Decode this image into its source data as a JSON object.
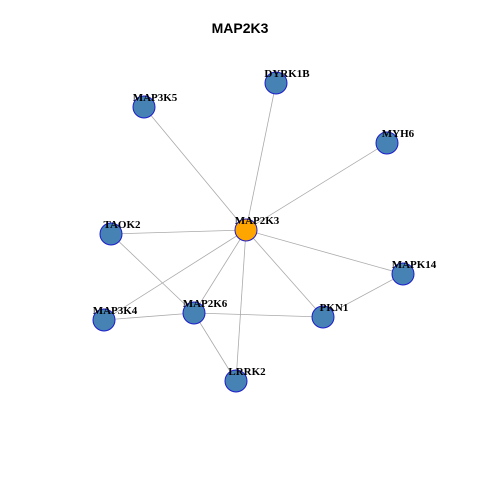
{
  "title": "MAP2K3",
  "colors": {
    "hub_fill": "#FFA500",
    "node_fill": "#4682B4",
    "node_stroke": "#1C1CCC",
    "edge": "#AAAAAA"
  },
  "nodes": [
    {
      "id": "MAP2K3",
      "label": "MAP2K3",
      "kind": "hub"
    },
    {
      "id": "DYRK1B",
      "label": "DYRK1B",
      "kind": "neighbor"
    },
    {
      "id": "MAP3K5",
      "label": "MAP3K5",
      "kind": "neighbor"
    },
    {
      "id": "MYH6",
      "label": "MYH6",
      "kind": "neighbor"
    },
    {
      "id": "TAOK2",
      "label": "TAOK2",
      "kind": "neighbor"
    },
    {
      "id": "MAPK14",
      "label": "MAPK14",
      "kind": "neighbor"
    },
    {
      "id": "MAP3K4",
      "label": "MAP3K4",
      "kind": "neighbor"
    },
    {
      "id": "MAP2K6",
      "label": "MAP2K6",
      "kind": "neighbor"
    },
    {
      "id": "PKN1",
      "label": "PKN1",
      "kind": "neighbor"
    },
    {
      "id": "LRRK2",
      "label": "LRRK2",
      "kind": "neighbor"
    }
  ],
  "edges": [
    [
      "MAP2K3",
      "DYRK1B"
    ],
    [
      "MAP2K3",
      "MAP3K5"
    ],
    [
      "MAP2K3",
      "MYH6"
    ],
    [
      "MAP2K3",
      "TAOK2"
    ],
    [
      "MAP2K3",
      "MAPK14"
    ],
    [
      "MAP2K3",
      "MAP3K4"
    ],
    [
      "MAP2K3",
      "MAP2K6"
    ],
    [
      "MAP2K3",
      "PKN1"
    ],
    [
      "MAP2K3",
      "LRRK2"
    ],
    [
      "TAOK2",
      "MAP2K6"
    ],
    [
      "MAP3K4",
      "MAP2K6"
    ],
    [
      "MAP2K6",
      "PKN1"
    ],
    [
      "MAP2K6",
      "LRRK2"
    ],
    [
      "PKN1",
      "MAPK14"
    ]
  ]
}
